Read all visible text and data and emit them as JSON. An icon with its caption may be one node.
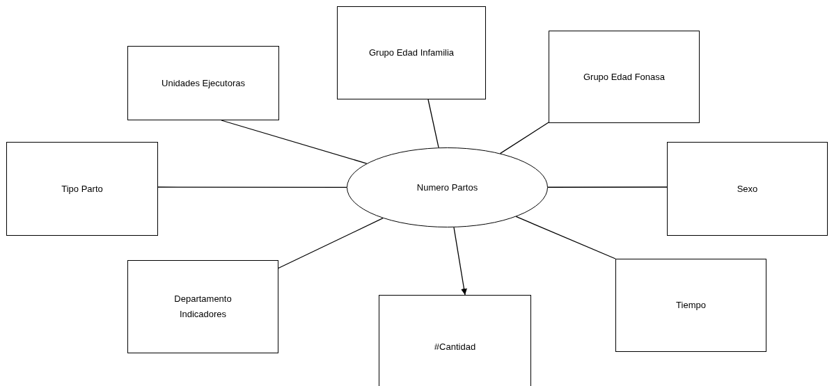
{
  "diagram": {
    "nodes": [
      {
        "text": [
          "Grupo Edad Infamilia"
        ]
      },
      {
        "text": [
          "Grupo Edad Fonasa"
        ]
      },
      {
        "text": [
          "Unidades Ejecutoras"
        ]
      },
      {
        "text": [
          "Tipo Parto"
        ]
      },
      {
        "text": [
          "Numero Partos"
        ]
      },
      {
        "text": [
          "Sexo"
        ]
      },
      {
        "text": [
          "Tiempo"
        ]
      },
      {
        "text": [
          "Departamento Indicadores"
        ]
      },
      {
        "text": [
          "#Cantidad"
        ]
      }
    ],
    "edges": [
      {
        "from": 4,
        "to": 0,
        "arrow": "none"
      },
      {
        "from": 4,
        "to": 1,
        "arrow": "none"
      },
      {
        "from": 4,
        "to": 2,
        "arrow": "none"
      },
      {
        "from": 4,
        "to": 3,
        "arrow": "none"
      },
      {
        "from": 4,
        "to": 5,
        "arrow": "none"
      },
      {
        "from": 4,
        "to": 6,
        "arrow": "none"
      },
      {
        "from": 4,
        "to": 7,
        "arrow": "none"
      },
      {
        "from": 4,
        "to": 8,
        "arrow": "to"
      }
    ]
  }
}
